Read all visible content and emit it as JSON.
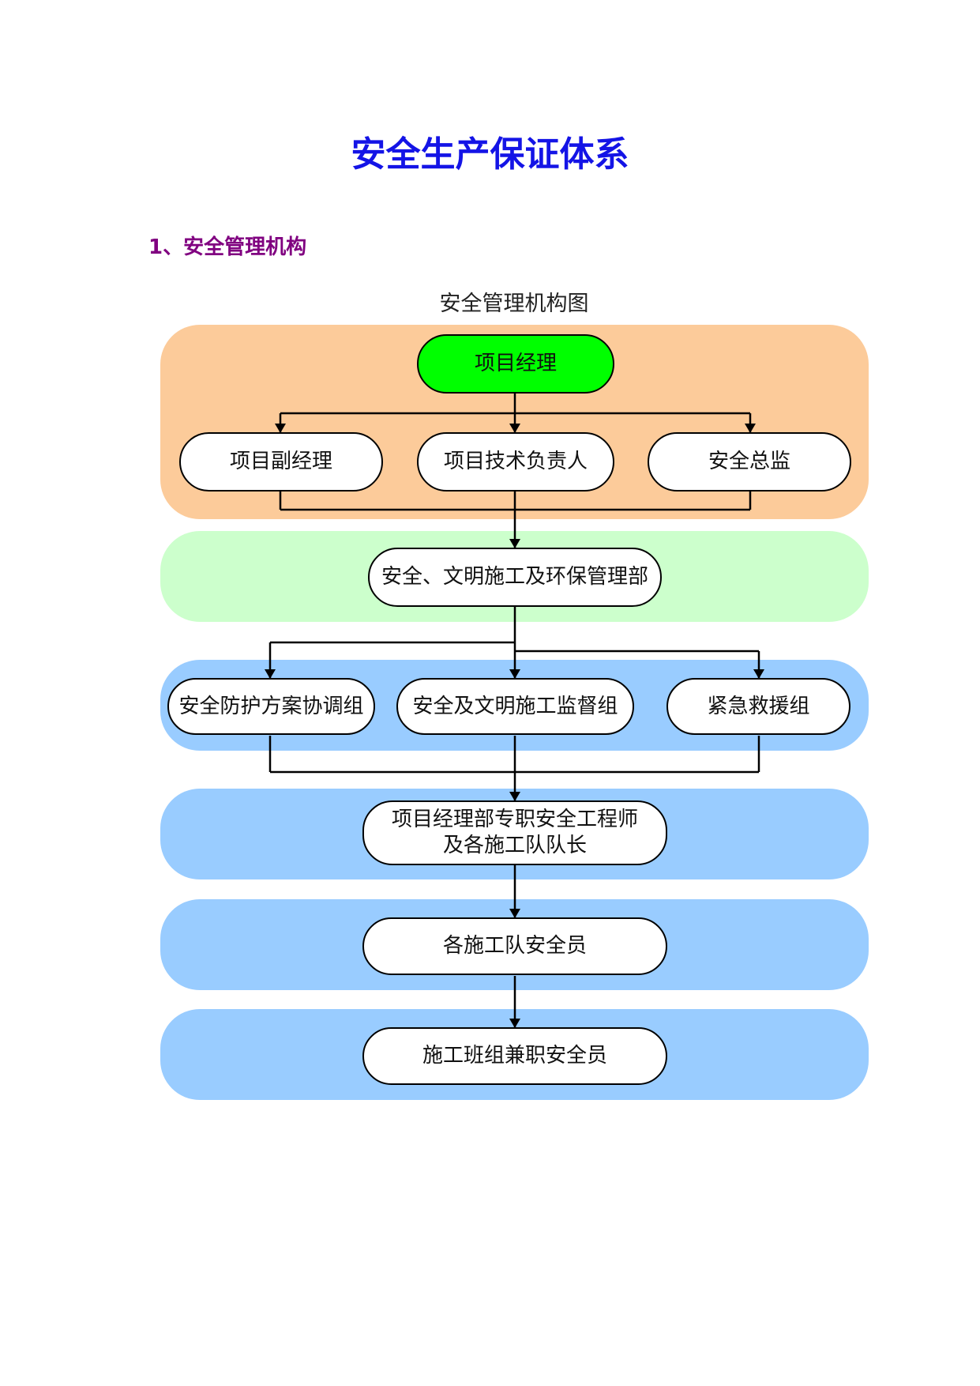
{
  "title": "安全生产保证体系",
  "section": {
    "heading": "1、安全管理机构"
  },
  "diagram": {
    "caption": "安全管理机构图",
    "colors": {
      "management_band": "#fccb9a",
      "department_band": "#ccffcc",
      "lower_bands": "#99ccff",
      "root_node": "#00ff00"
    },
    "nodes": {
      "project_manager": "项目经理",
      "deputy_manager": "项目副经理",
      "technical_lead": "项目技术负责人",
      "safety_director": "安全总监",
      "management_dept": "安全、文明施工及环保管理部",
      "protection_group": "安全防护方案协调组",
      "supervision_group": "安全及文明施工监督组",
      "rescue_group": "紧急救援组",
      "engineers_line1": "项目经理部专职安全工程师",
      "engineers_line2": "及各施工队队长",
      "team_safety_officers": "各施工队安全员",
      "crew_safety_officers": "施工班组兼职安全员"
    }
  }
}
